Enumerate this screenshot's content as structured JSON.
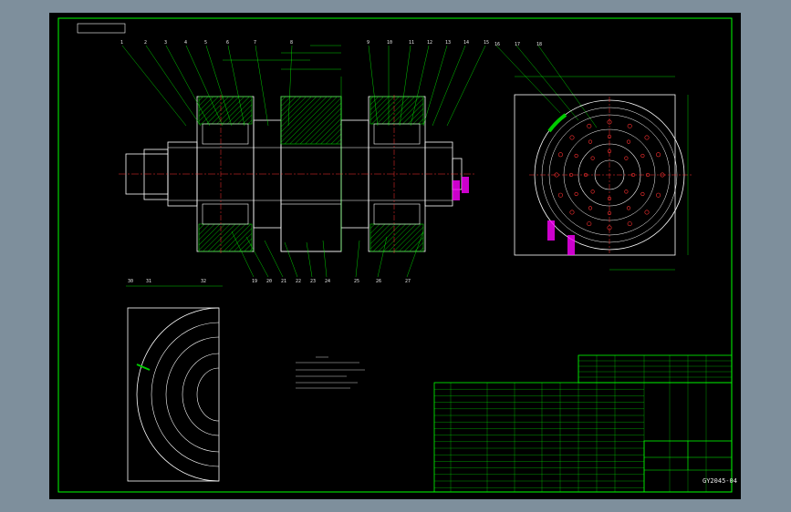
{
  "title_block": {
    "drawing_number": "GY2045-04"
  },
  "colors": {
    "background": "#7e8f9c",
    "canvas": "#000000",
    "frame": "#00ff00",
    "outline": "#ffffff",
    "hatch": "#00cc00",
    "dimension": "#00ff00",
    "centerline": "#ff3030",
    "highlight": "#ff00ff",
    "text": "#e8e8e8"
  },
  "balloons_top": [
    "1",
    "2",
    "3",
    "4",
    "5",
    "6",
    "7",
    "8",
    "9",
    "10",
    "11",
    "12",
    "13",
    "14",
    "15"
  ],
  "balloons_mid": [
    "16",
    "17",
    "18",
    "19",
    "20",
    "21",
    "22",
    "23",
    "24",
    "25",
    "26",
    "27"
  ],
  "balloons_detail": [
    "30",
    "31",
    "32"
  ]
}
